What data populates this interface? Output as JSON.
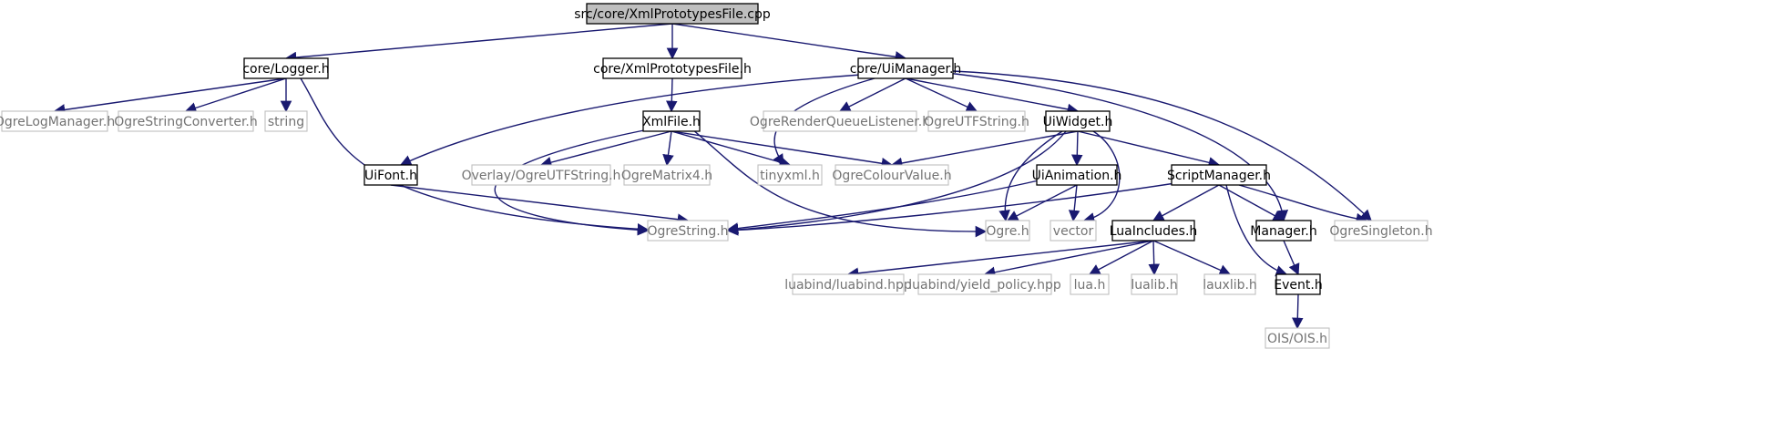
{
  "diagram": {
    "title": "src/core/XmlPrototypesFile.cpp",
    "nodes": [
      {
        "id": "root",
        "label": "src/core/XmlPrototypesFile.cpp",
        "kind": "root"
      },
      {
        "id": "logger",
        "label": "core/Logger.h",
        "kind": "local"
      },
      {
        "id": "xmlproto",
        "label": "core/XmlPrototypesFile.h",
        "kind": "local"
      },
      {
        "id": "uimanager",
        "label": "core/UiManager.h",
        "kind": "local"
      },
      {
        "id": "ogrelogmanager",
        "label": "OgreLogManager.h",
        "kind": "external"
      },
      {
        "id": "ogrestringconverter",
        "label": "OgreStringConverter.h",
        "kind": "external"
      },
      {
        "id": "string",
        "label": "string",
        "kind": "external"
      },
      {
        "id": "xmlfile",
        "label": "XmlFile.h",
        "kind": "local"
      },
      {
        "id": "ogrerenderqueue",
        "label": "OgreRenderQueueListener.h",
        "kind": "external"
      },
      {
        "id": "ogreutfstring",
        "label": "OgreUTFString.h",
        "kind": "external"
      },
      {
        "id": "uiwidget",
        "label": "UiWidget.h",
        "kind": "local"
      },
      {
        "id": "uifont",
        "label": "UiFont.h",
        "kind": "local"
      },
      {
        "id": "overlayutf",
        "label": "Overlay/OgreUTFString.h",
        "kind": "external"
      },
      {
        "id": "ogrematrix4",
        "label": "OgreMatrix4.h",
        "kind": "external"
      },
      {
        "id": "tinyxml",
        "label": "tinyxml.h",
        "kind": "external"
      },
      {
        "id": "ogrecolour",
        "label": "OgreColourValue.h",
        "kind": "external"
      },
      {
        "id": "uianimation",
        "label": "UiAnimation.h",
        "kind": "local"
      },
      {
        "id": "scriptmanager",
        "label": "ScriptManager.h",
        "kind": "local"
      },
      {
        "id": "ogrestring",
        "label": "OgreString.h",
        "kind": "external"
      },
      {
        "id": "ogre",
        "label": "Ogre.h",
        "kind": "external"
      },
      {
        "id": "vector",
        "label": "vector",
        "kind": "external"
      },
      {
        "id": "luaincludes",
        "label": "LuaIncludes.h",
        "kind": "local"
      },
      {
        "id": "manager",
        "label": "Manager.h",
        "kind": "local"
      },
      {
        "id": "ogresingleton",
        "label": "OgreSingleton.h",
        "kind": "external"
      },
      {
        "id": "luabind",
        "label": "luabind/luabind.hpp",
        "kind": "external"
      },
      {
        "id": "yieldpolicy",
        "label": "luabind/yield_policy.hpp",
        "kind": "external"
      },
      {
        "id": "lua",
        "label": "lua.h",
        "kind": "external"
      },
      {
        "id": "lualib",
        "label": "lualib.h",
        "kind": "external"
      },
      {
        "id": "lauxlib",
        "label": "lauxlib.h",
        "kind": "external"
      },
      {
        "id": "event",
        "label": "Event.h",
        "kind": "local"
      },
      {
        "id": "ois",
        "label": "OIS/OIS.h",
        "kind": "external"
      }
    ],
    "edges": [
      [
        "root",
        "logger"
      ],
      [
        "root",
        "xmlproto"
      ],
      [
        "root",
        "uimanager"
      ],
      [
        "logger",
        "ogrelogmanager"
      ],
      [
        "logger",
        "ogrestringconverter"
      ],
      [
        "logger",
        "string"
      ],
      [
        "logger",
        "ogrestring"
      ],
      [
        "xmlproto",
        "xmlfile"
      ],
      [
        "xmlfile",
        "overlayutf"
      ],
      [
        "xmlfile",
        "ogrematrix4"
      ],
      [
        "xmlfile",
        "tinyxml"
      ],
      [
        "xmlfile",
        "ogrecolour"
      ],
      [
        "xmlfile",
        "ogrestring"
      ],
      [
        "xmlfile",
        "ogre"
      ],
      [
        "uimanager",
        "uifont"
      ],
      [
        "uimanager",
        "tinyxml"
      ],
      [
        "uimanager",
        "ogrerenderqueue"
      ],
      [
        "uimanager",
        "ogreutfstring"
      ],
      [
        "uimanager",
        "uiwidget"
      ],
      [
        "uimanager",
        "manager"
      ],
      [
        "uimanager",
        "ogresingleton"
      ],
      [
        "uifont",
        "ogrestring"
      ],
      [
        "uiwidget",
        "ogrecolour"
      ],
      [
        "uiwidget",
        "uianimation"
      ],
      [
        "uiwidget",
        "scriptmanager"
      ],
      [
        "uiwidget",
        "ogrestring"
      ],
      [
        "uiwidget",
        "ogre"
      ],
      [
        "uiwidget",
        "vector"
      ],
      [
        "uianimation",
        "ogrestring"
      ],
      [
        "uianimation",
        "ogre"
      ],
      [
        "uianimation",
        "vector"
      ],
      [
        "scriptmanager",
        "ogrestring"
      ],
      [
        "scriptmanager",
        "luaincludes"
      ],
      [
        "scriptmanager",
        "manager"
      ],
      [
        "scriptmanager",
        "ogresingleton"
      ],
      [
        "scriptmanager",
        "event"
      ],
      [
        "luaincludes",
        "luabind"
      ],
      [
        "luaincludes",
        "yieldpolicy"
      ],
      [
        "luaincludes",
        "lua"
      ],
      [
        "luaincludes",
        "lualib"
      ],
      [
        "luaincludes",
        "lauxlib"
      ],
      [
        "manager",
        "event"
      ],
      [
        "event",
        "ois"
      ]
    ]
  },
  "colors": {
    "edge": "#191970",
    "local_border": "#000000",
    "external_border": "#bfbfbf",
    "external_text": "#737373",
    "root_fill": "#bfbfbf"
  }
}
